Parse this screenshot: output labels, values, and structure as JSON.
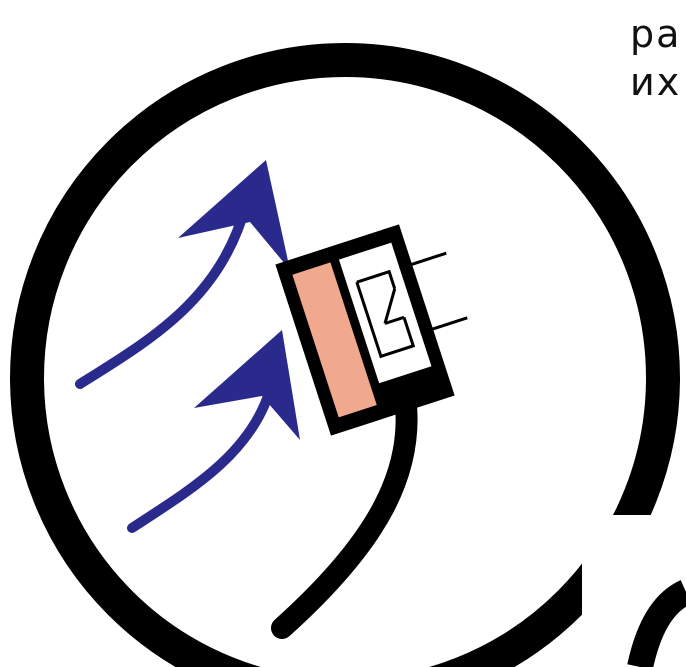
{
  "text": {
    "line1": "ра",
    "line2": "их"
  },
  "colors": {
    "ring": "#000000",
    "arrow": "#2a2a8c",
    "sensor_element": "#f0a88e",
    "background": "#ffffff",
    "panel": "#ffffff"
  },
  "icons": {
    "arrow_upper": "airflow-arrow",
    "arrow_lower": "airflow-arrow",
    "sensor": "thermal-sensor-icon",
    "switch": "switch-contact-icon"
  }
}
